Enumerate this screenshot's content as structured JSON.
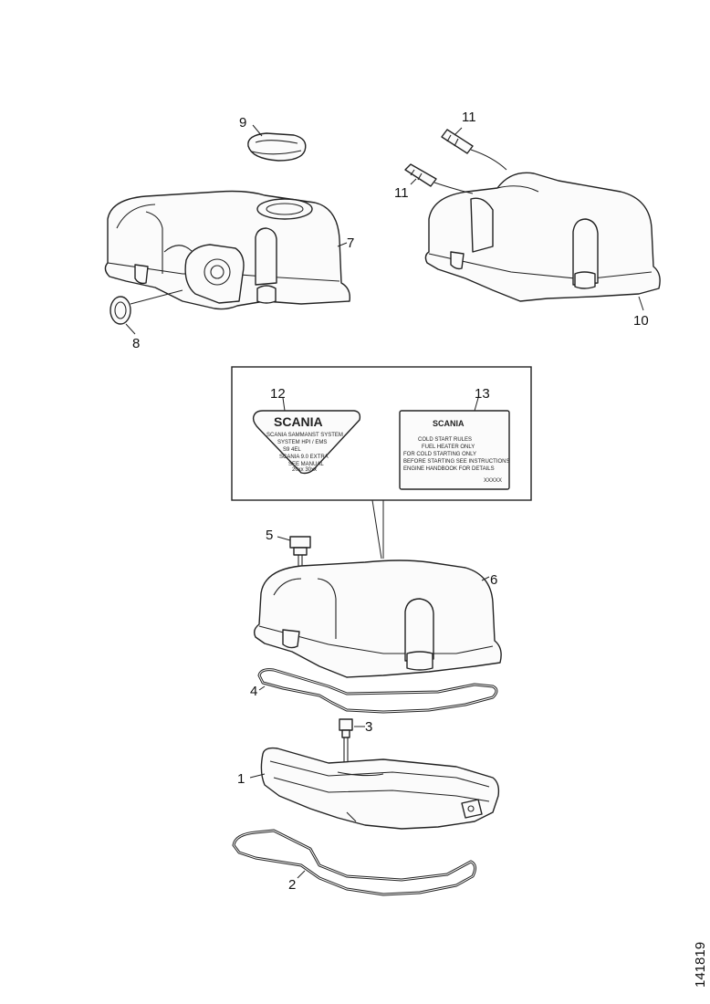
{
  "callouts": {
    "c1": "1",
    "c2": "2",
    "c3": "3",
    "c4": "4",
    "c5": "5",
    "c6": "6",
    "c7": "7",
    "c8": "8",
    "c9": "9",
    "c10": "10",
    "c11a": "11",
    "c11b": "11",
    "c12": "12",
    "c13": "13"
  },
  "decal_left": {
    "brand": "SCANIA",
    "lines": [
      "SCANIA SAMMANST SYSTEM",
      "SYSTEM HPI / EMS",
      "S9 4EL",
      "SCANIA 9.0 EXTRA",
      "SEE MANUAL",
      "20xx 30xx"
    ]
  },
  "decal_right": {
    "brand": "SCANIA",
    "lines": [
      "COLD START RULES",
      "FUEL HEATER ONLY",
      "FOR COLD STARTING ONLY",
      "BEFORE STARTING SEE INSTRUCTIONS",
      "ENGINE HANDBOOK FOR DETAILS"
    ],
    "code": "XXXXX"
  },
  "figure_number": "141819"
}
